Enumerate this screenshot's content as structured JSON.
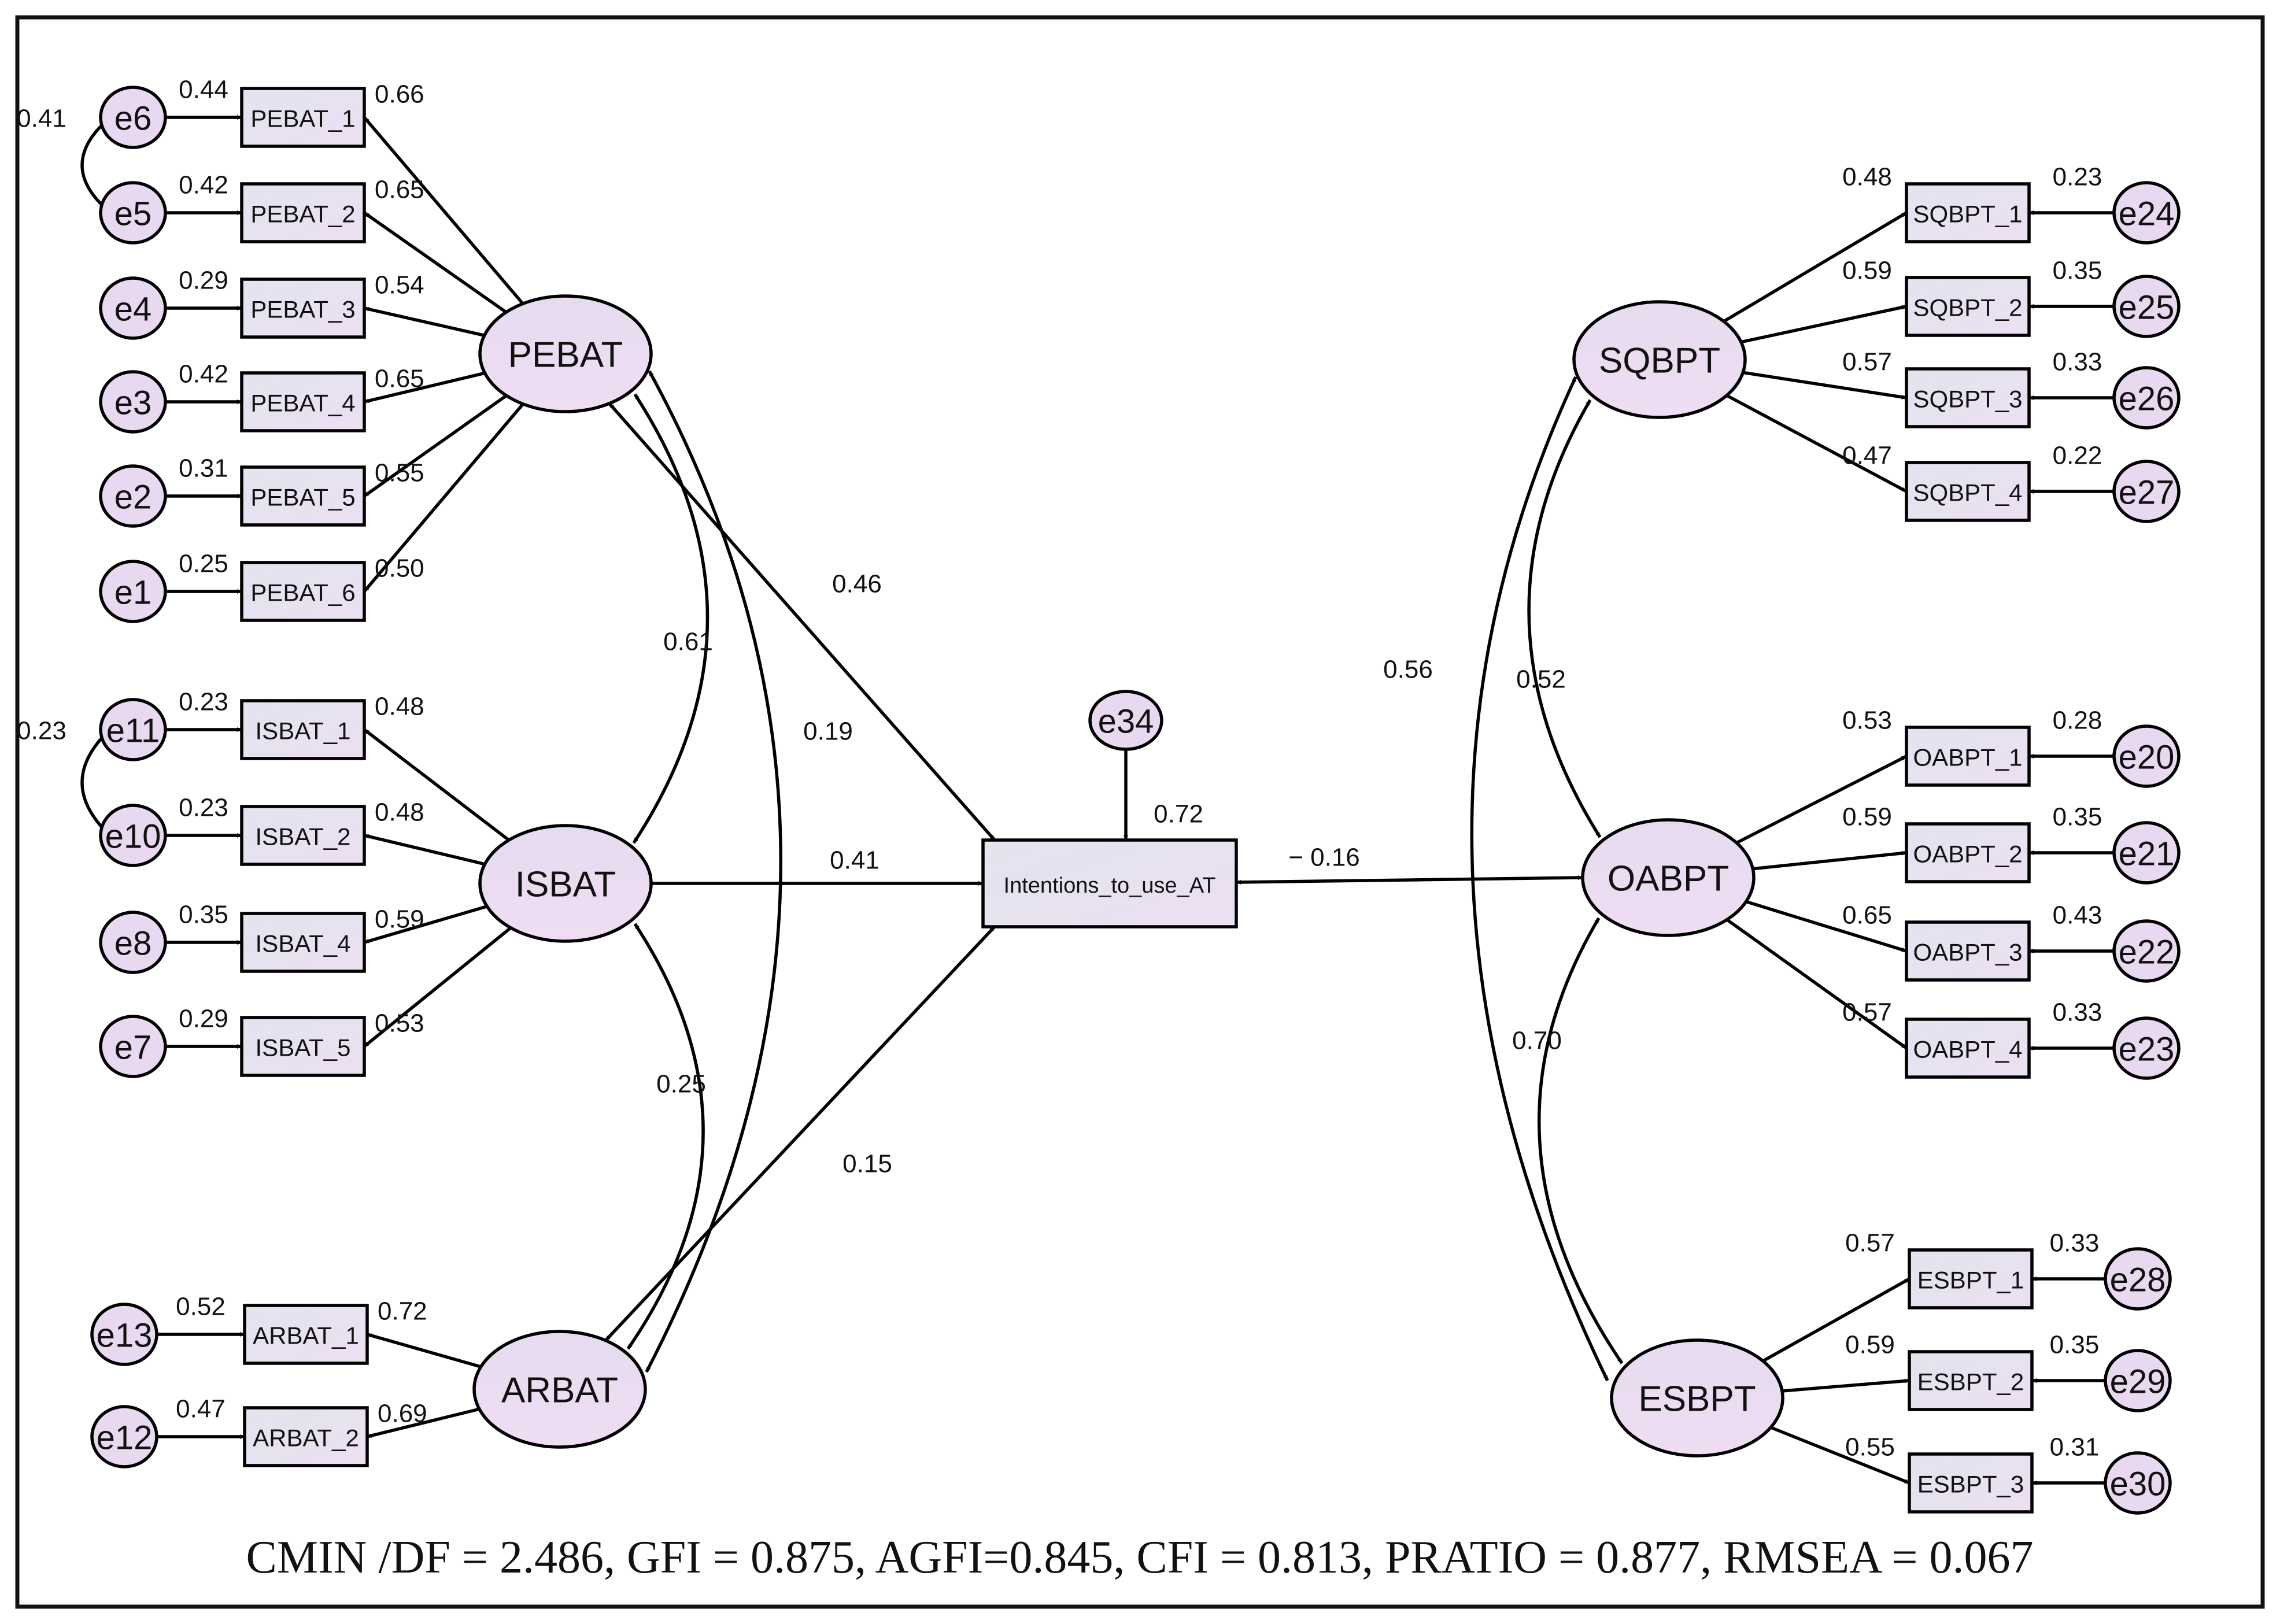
{
  "latents": {
    "PEBAT": "PEBAT",
    "ISBAT": "ISBAT",
    "ARBAT": "ARBAT",
    "SQBPT": "SQBPT",
    "OABPT": "OABPT",
    "ESBPT": "ESBPT"
  },
  "outcome": {
    "label": "Intentions_to_use_AT",
    "error": "e34",
    "r2": "0.72"
  },
  "groups": [
    {
      "latent": "PEBAT",
      "side": "left",
      "items": [
        {
          "name": "PEBAT_1",
          "error": "e6",
          "r2": "0.44",
          "loading": "0.66"
        },
        {
          "name": "PEBAT_2",
          "error": "e5",
          "r2": "0.42",
          "loading": "0.65"
        },
        {
          "name": "PEBAT_3",
          "error": "e4",
          "r2": "0.29",
          "loading": "0.54"
        },
        {
          "name": "PEBAT_4",
          "error": "e3",
          "r2": "0.42",
          "loading": "0.65"
        },
        {
          "name": "PEBAT_5",
          "error": "e2",
          "r2": "0.31",
          "loading": "0.55"
        },
        {
          "name": "PEBAT_6",
          "error": "e1",
          "r2": "0.25",
          "loading": "0.50"
        }
      ]
    },
    {
      "latent": "ISBAT",
      "side": "left",
      "items": [
        {
          "name": "ISBAT_1",
          "error": "e11",
          "r2": "0.23",
          "loading": "0.48"
        },
        {
          "name": "ISBAT_2",
          "error": "e10",
          "r2": "0.23",
          "loading": "0.48"
        },
        {
          "name": "ISBAT_4",
          "error": "e8",
          "r2": "0.35",
          "loading": "0.59"
        },
        {
          "name": "ISBAT_5",
          "error": "e7",
          "r2": "0.29",
          "loading": "0.53"
        }
      ]
    },
    {
      "latent": "ARBAT",
      "side": "left",
      "items": [
        {
          "name": "ARBAT_1",
          "error": "e13",
          "r2": "0.52",
          "loading": "0.72"
        },
        {
          "name": "ARBAT_2",
          "error": "e12",
          "r2": "0.47",
          "loading": "0.69"
        }
      ]
    },
    {
      "latent": "SQBPT",
      "side": "right",
      "items": [
        {
          "name": "SQBPT_1",
          "error": "e24",
          "r2": "0.23",
          "loading": "0.48"
        },
        {
          "name": "SQBPT_2",
          "error": "e25",
          "r2": "0.35",
          "loading": "0.59"
        },
        {
          "name": "SQBPT_3",
          "error": "e26",
          "r2": "0.33",
          "loading": "0.57"
        },
        {
          "name": "SQBPT_4",
          "error": "e27",
          "r2": "0.22",
          "loading": "0.47"
        }
      ]
    },
    {
      "latent": "OABPT",
      "side": "right",
      "items": [
        {
          "name": "OABPT_1",
          "error": "e20",
          "r2": "0.28",
          "loading": "0.53"
        },
        {
          "name": "OABPT_2",
          "error": "e21",
          "r2": "0.35",
          "loading": "0.59"
        },
        {
          "name": "OABPT_3",
          "error": "e22",
          "r2": "0.43",
          "loading": "0.65"
        },
        {
          "name": "OABPT_4",
          "error": "e23",
          "r2": "0.33",
          "loading": "0.57"
        }
      ]
    },
    {
      "latent": "ESBPT",
      "side": "right",
      "items": [
        {
          "name": "ESBPT_1",
          "error": "e28",
          "r2": "0.33",
          "loading": "0.57"
        },
        {
          "name": "ESBPT_2",
          "error": "e29",
          "r2": "0.35",
          "loading": "0.59"
        },
        {
          "name": "ESBPT_3",
          "error": "e30",
          "r2": "0.31",
          "loading": "0.55"
        }
      ]
    }
  ],
  "error_covariances": [
    {
      "between": [
        "e6",
        "e5"
      ],
      "value": "0.41"
    },
    {
      "between": [
        "e11",
        "e10"
      ],
      "value": "0.23"
    }
  ],
  "latent_covariances": [
    {
      "between": [
        "PEBAT",
        "ISBAT"
      ],
      "value": "0.61"
    },
    {
      "between": [
        "PEBAT",
        "ARBAT"
      ],
      "value": "0.19"
    },
    {
      "between": [
        "ISBAT",
        "ARBAT"
      ],
      "value": "0.25"
    },
    {
      "between": [
        "SQBPT",
        "OABPT"
      ],
      "value": "0.52"
    },
    {
      "between": [
        "SQBPT",
        "ESBPT"
      ],
      "value": "0.56"
    },
    {
      "between": [
        "OABPT",
        "ESBPT"
      ],
      "value": "0.70"
    }
  ],
  "structural_paths": [
    {
      "from": "PEBAT",
      "to": "Intentions_to_use_AT",
      "value": "0.46"
    },
    {
      "from": "ISBAT",
      "to": "Intentions_to_use_AT",
      "value": "0.41"
    },
    {
      "from": "ARBAT",
      "to": "Intentions_to_use_AT",
      "value": "0.15"
    },
    {
      "from": "OABPT",
      "to": "Intentions_to_use_AT",
      "value": "− 0.16"
    }
  ],
  "fit_indices": "CMIN /DF = 2.486, GFI = 0.875, AGFI=0.845, CFI = 0.813, PRATIO = 0.877, RMSEA = 0.067",
  "colors": {
    "node_fill": "#ecdcf2",
    "box_fill": "#e6e2ee",
    "stroke": "#000000"
  }
}
